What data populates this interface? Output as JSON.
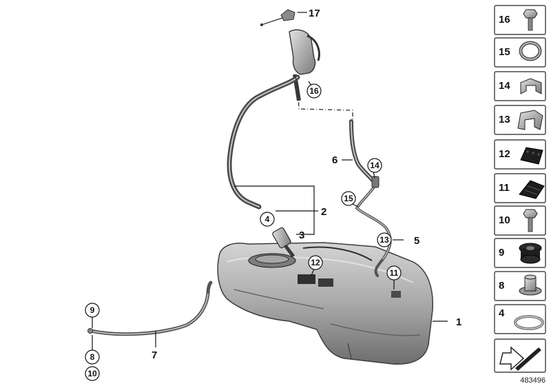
{
  "callouts": {
    "c1": "1",
    "c2": "2",
    "c3": "3",
    "c5": "5",
    "c6": "6",
    "c7": "7",
    "c17": "17"
  },
  "circled": {
    "c4": "4",
    "c8": "8",
    "c9": "9",
    "c10": "10",
    "c11": "11",
    "c12": "12",
    "c13": "13",
    "c14": "14",
    "c15": "15",
    "c16": "16"
  },
  "panel": [
    "16",
    "15",
    "14",
    "13",
    "12",
    "11",
    "10",
    "9",
    "8",
    "4"
  ],
  "reference_number": "483496"
}
